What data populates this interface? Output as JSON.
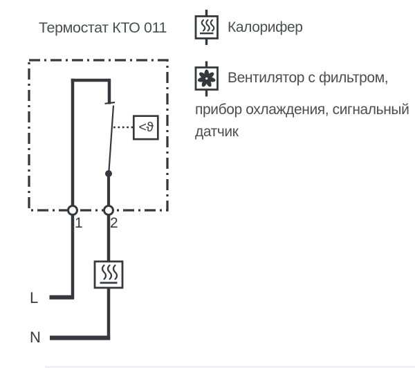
{
  "diagram": {
    "title": "Термостат КТО 011",
    "terminals": {
      "t1": "1",
      "t2": "2"
    },
    "wire_labels": {
      "line": "L",
      "neutral": "N"
    },
    "sensor_symbol": "<ϑ",
    "icons": {
      "heater_icon": "square box with three heat waves above a bar",
      "fan_icon": "square box with seven-petal propeller"
    }
  },
  "legend": {
    "heater_label": "Калорифер",
    "fan_label_line1": "Вентилятор с фильтром,",
    "fan_label_line2": "прибор охлаждения, сигнальный",
    "fan_label_line3": "датчик"
  },
  "colors": {
    "line": "#36383d",
    "text": "#4a4d52",
    "background": "#ffffff"
  }
}
